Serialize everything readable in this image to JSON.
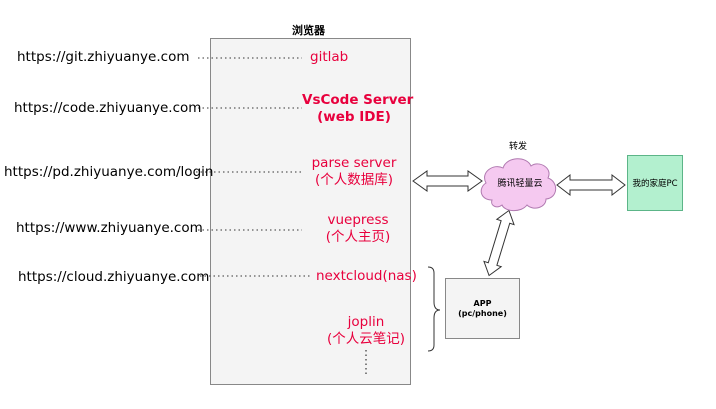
{
  "browser": {
    "title": "浏览器"
  },
  "urls": [
    "https://git.zhiyuanye.com",
    "https://code.zhiyuanye.com",
    "https://pd.zhiyuanye.com/login",
    "https://www.zhiyuanye.com",
    "https://cloud.zhiyuanye.com"
  ],
  "services": {
    "gitlab": "gitlab",
    "vscode_line1": "VsCode Server",
    "vscode_line2": "(web IDE)",
    "parse_line1": "parse server",
    "parse_line2": "(个人数据库)",
    "vuepress_line1": "vuepress",
    "vuepress_line2": "(个人主页)",
    "nextcloud": "nextcloud(nas)",
    "joplin_line1": "joplin",
    "joplin_line2": "(个人云笔记)"
  },
  "cloud": {
    "label": "腾讯轻量云",
    "caption": "转发"
  },
  "app": {
    "line1": "APP",
    "line2": "(pc/phone)"
  },
  "pc": {
    "label": "我的家庭PC"
  },
  "colors": {
    "service_text": "#e8003d",
    "pc_fill": "#b3f0cf",
    "cloud_fill": "#f5c9f0"
  }
}
